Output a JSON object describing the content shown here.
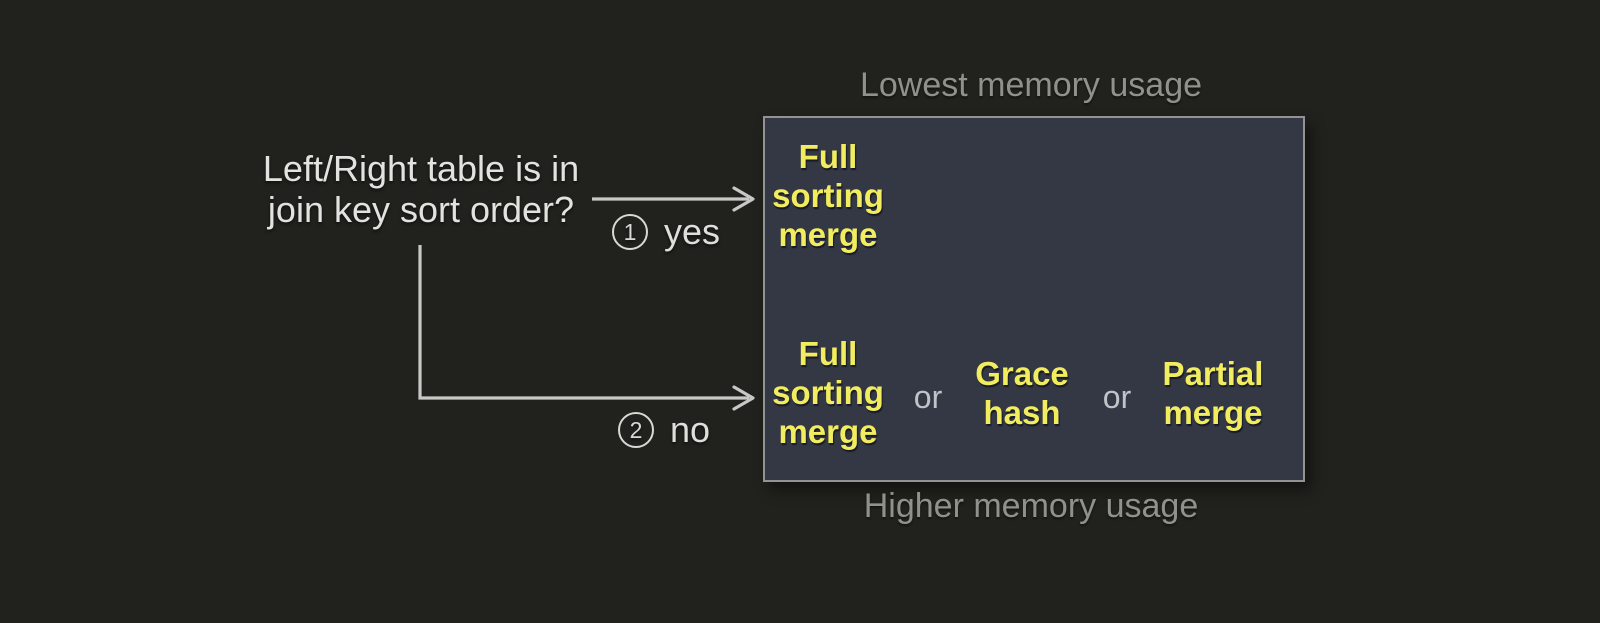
{
  "question": {
    "line1": "Left/Right table is in",
    "line2": "join key sort order?"
  },
  "branches": {
    "yes": {
      "number": "1",
      "label": "yes"
    },
    "no": {
      "number": "2",
      "label": "no"
    }
  },
  "memory_scale": {
    "top": "Lowest memory usage",
    "bottom": "Higher memory usage"
  },
  "algorithms": {
    "sorted_case": {
      "name": "Full sorting merge",
      "lines": [
        "Full",
        "sorting",
        "merge"
      ]
    },
    "unsorted_case": {
      "separator": "or",
      "options": [
        {
          "name": "Full sorting merge",
          "lines": [
            "Full",
            "sorting",
            "merge"
          ]
        },
        {
          "name": "Grace hash",
          "lines": [
            "Grace",
            "hash"
          ]
        },
        {
          "name": "Partial merge",
          "lines": [
            "Partial",
            "merge"
          ]
        }
      ]
    }
  },
  "colors": {
    "background": "#21221d",
    "box_fill": "#343845",
    "box_border": "#939393",
    "algorithm_text": "#f2ec5f",
    "caption_text": "#90918d",
    "primary_text": "#e2e2e0",
    "connector": "#c8c8c6"
  }
}
